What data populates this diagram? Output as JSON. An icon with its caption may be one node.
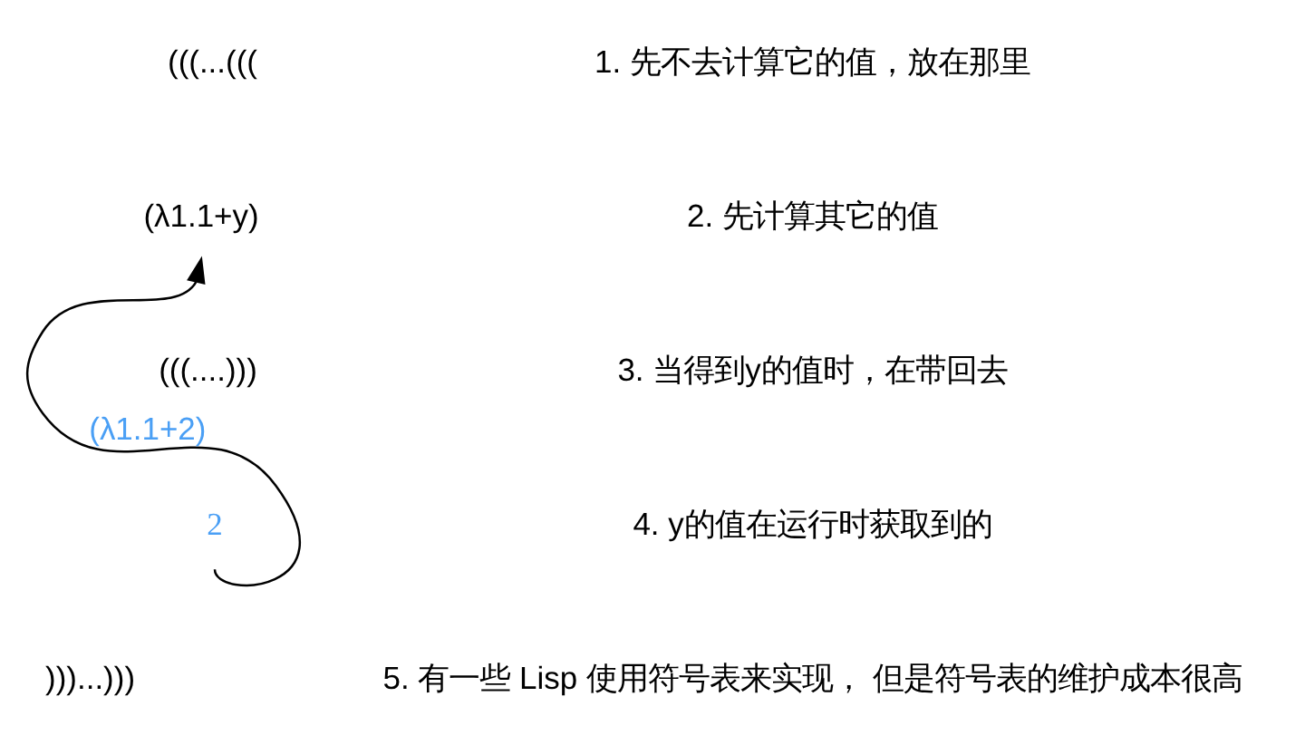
{
  "diagram": {
    "nodes": [
      {
        "text": [
          "(((...((("
        ]
      },
      {
        "text": [
          "(λ1.1+y)"
        ]
      },
      {
        "text": [
          "(((....)))"
        ]
      },
      {
        "text": [
          "2"
        ]
      },
      {
        "text": [
          ")))...)))"
        ]
      }
    ],
    "edges": [
      {
        "from": 3,
        "to": 1,
        "arrow": "to",
        "label": "(λ1.1+2)"
      }
    ],
    "labels": [
      "1. 先不去计算它的值，放在那里",
      "2. 先计算其它的值",
      "3. 当得到y的值时，在带回去",
      "4. y的值在运行时获取到的",
      "5. 有一些 Lisp 使用符号表来实现， 但是符号表的维护成本很高"
    ]
  }
}
